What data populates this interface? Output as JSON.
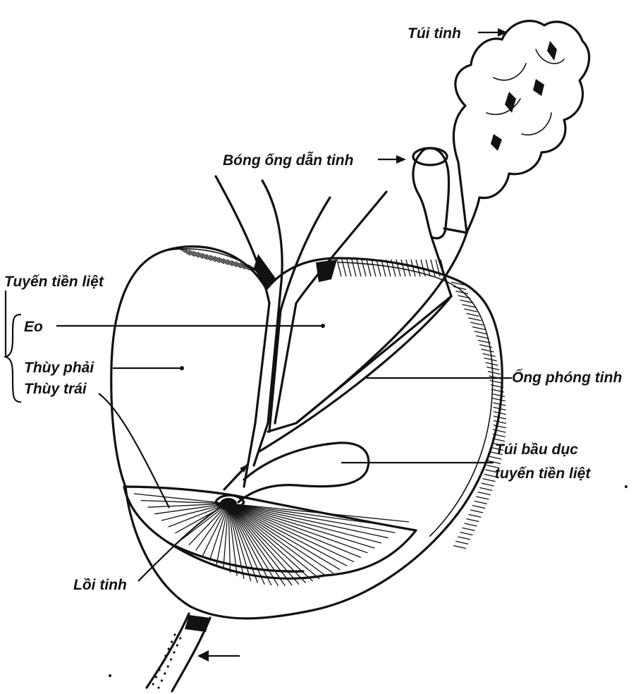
{
  "diagram": {
    "labels": {
      "tui_tinh": "Túi tinh",
      "bong_ong_dan_tinh": "Bóng ống dẫn tinh",
      "tuyen_tien_liet": "Tuyến tiền liệt",
      "eo": "Eo",
      "thuy_phai": "Thùy phải",
      "thuy_trai": "Thùy trái",
      "ong_phong_tinh": "Ống phóng tinh",
      "tui_bau_duc_line1": "Túi bầu dục",
      "tui_bau_duc_line2": "tuyến tiền liệt",
      "loi_tinh": "Lồi tinh"
    }
  }
}
